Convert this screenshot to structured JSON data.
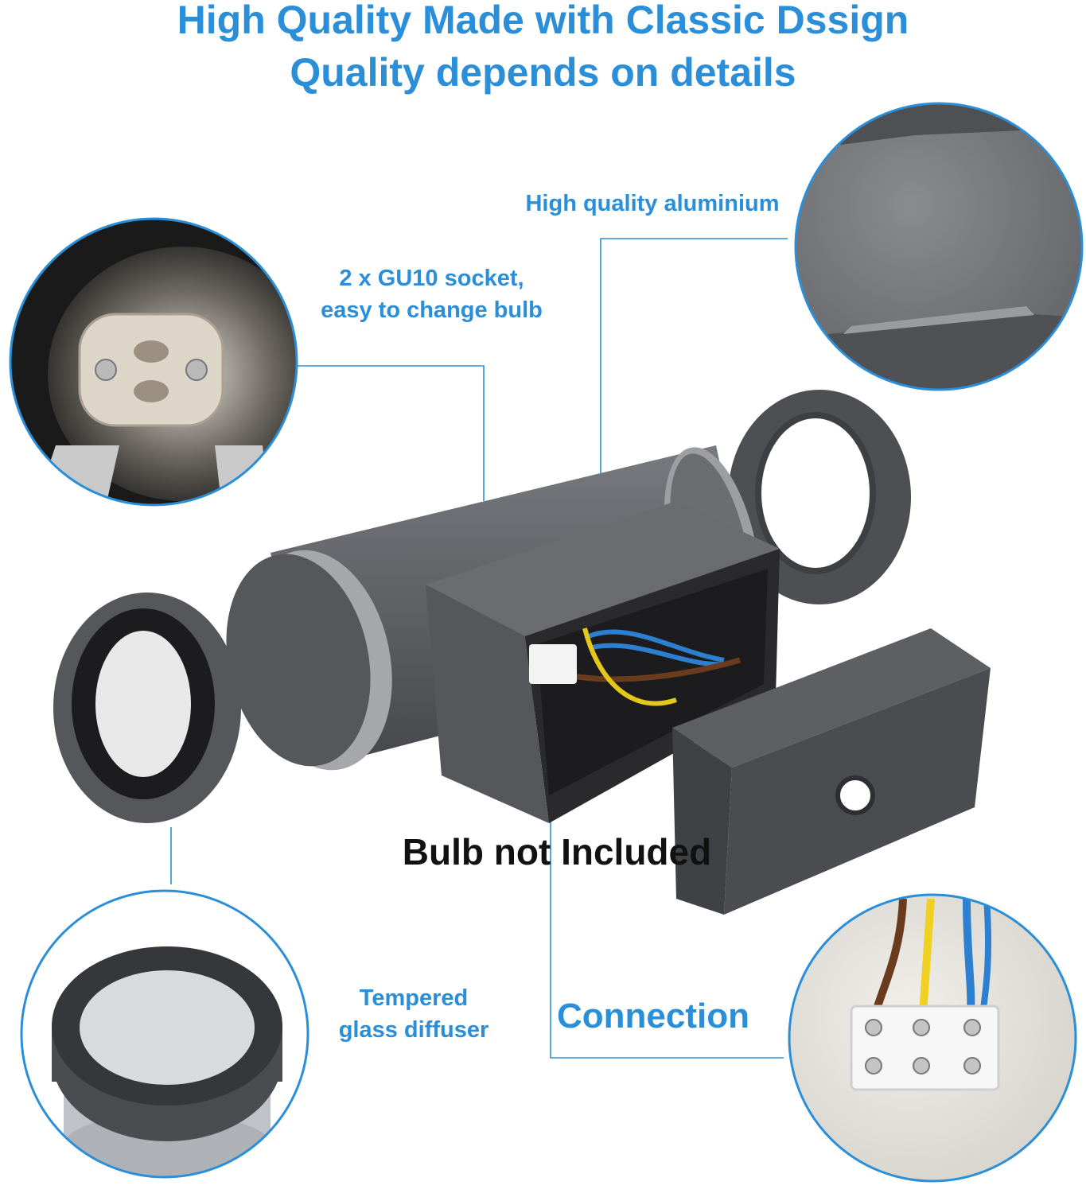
{
  "header": {
    "title_line1": "High Quality Made with Classic Dssign",
    "title_line2": "Quality depends on details"
  },
  "callouts": {
    "aluminium": "High quality aluminium",
    "socket_line1": "2 x GU10 socket,",
    "socket_line2": "easy to change bulb",
    "glass_line1": "Tempered",
    "glass_line2": "glass diffuser",
    "connection": "Connection"
  },
  "footer": {
    "note": "Bulb not Included"
  },
  "colors": {
    "accent": "#2a8fd8",
    "housing": "#5a5c60",
    "circle_border": "#2a8fd8"
  }
}
